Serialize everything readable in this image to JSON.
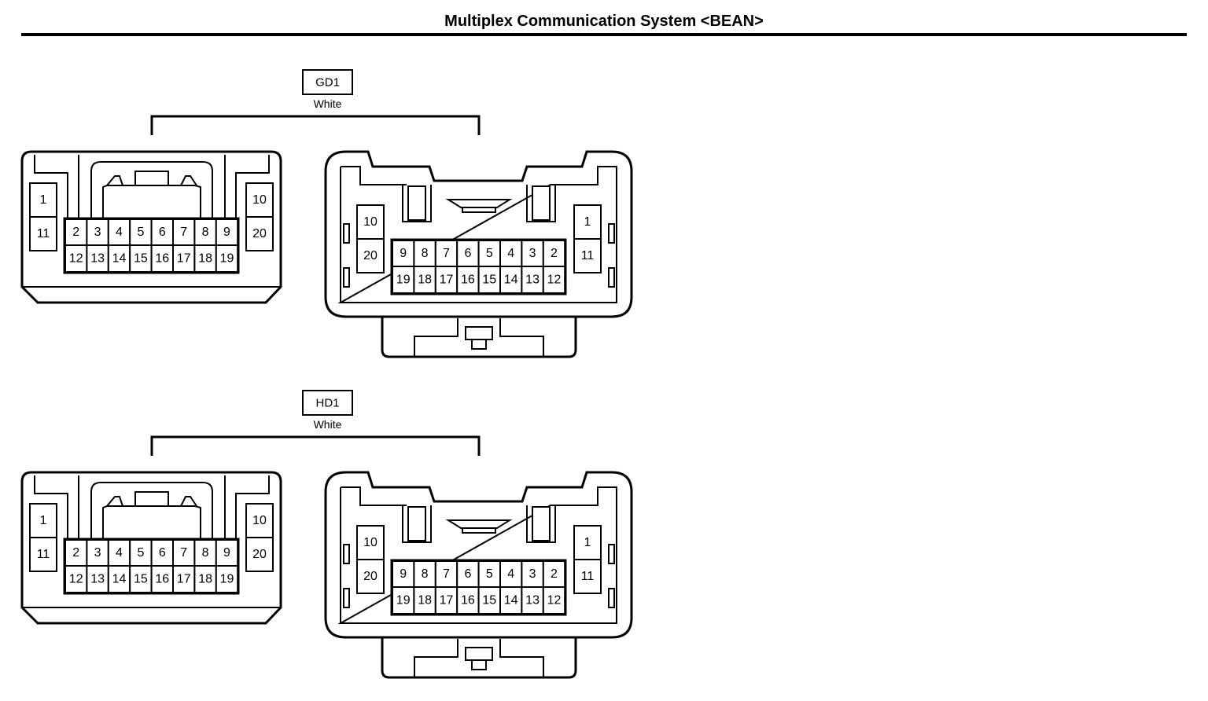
{
  "page": {
    "title": "Multiplex Communication System <BEAN>"
  },
  "connectors": [
    {
      "code": "GD1",
      "color_label": "White",
      "left_view": {
        "top_left": [
          "1"
        ],
        "bottom_left": [
          "11"
        ],
        "top_right": [
          "10"
        ],
        "bottom_right": [
          "20"
        ],
        "top_row": [
          "2",
          "3",
          "4",
          "5",
          "6",
          "7",
          "8",
          "9"
        ],
        "bottom_row": [
          "12",
          "13",
          "14",
          "15",
          "16",
          "17",
          "18",
          "19"
        ]
      },
      "right_view": {
        "left_top": [
          "10"
        ],
        "left_bottom": [
          "20"
        ],
        "right_top": [
          "1"
        ],
        "right_bottom": [
          "11"
        ],
        "top_row": [
          "9",
          "8",
          "7",
          "6",
          "5",
          "4",
          "3",
          "2"
        ],
        "bottom_row": [
          "19",
          "18",
          "17",
          "16",
          "15",
          "14",
          "13",
          "12"
        ]
      }
    },
    {
      "code": "HD1",
      "color_label": "White",
      "left_view": {
        "top_left": [
          "1"
        ],
        "bottom_left": [
          "11"
        ],
        "top_right": [
          "10"
        ],
        "bottom_right": [
          "20"
        ],
        "top_row": [
          "2",
          "3",
          "4",
          "5",
          "6",
          "7",
          "8",
          "9"
        ],
        "bottom_row": [
          "12",
          "13",
          "14",
          "15",
          "16",
          "17",
          "18",
          "19"
        ]
      },
      "right_view": {
        "left_top": [
          "10"
        ],
        "left_bottom": [
          "20"
        ],
        "right_top": [
          "1"
        ],
        "right_bottom": [
          "11"
        ],
        "top_row": [
          "9",
          "8",
          "7",
          "6",
          "5",
          "4",
          "3",
          "2"
        ],
        "bottom_row": [
          "19",
          "18",
          "17",
          "16",
          "15",
          "14",
          "13",
          "12"
        ]
      }
    }
  ]
}
